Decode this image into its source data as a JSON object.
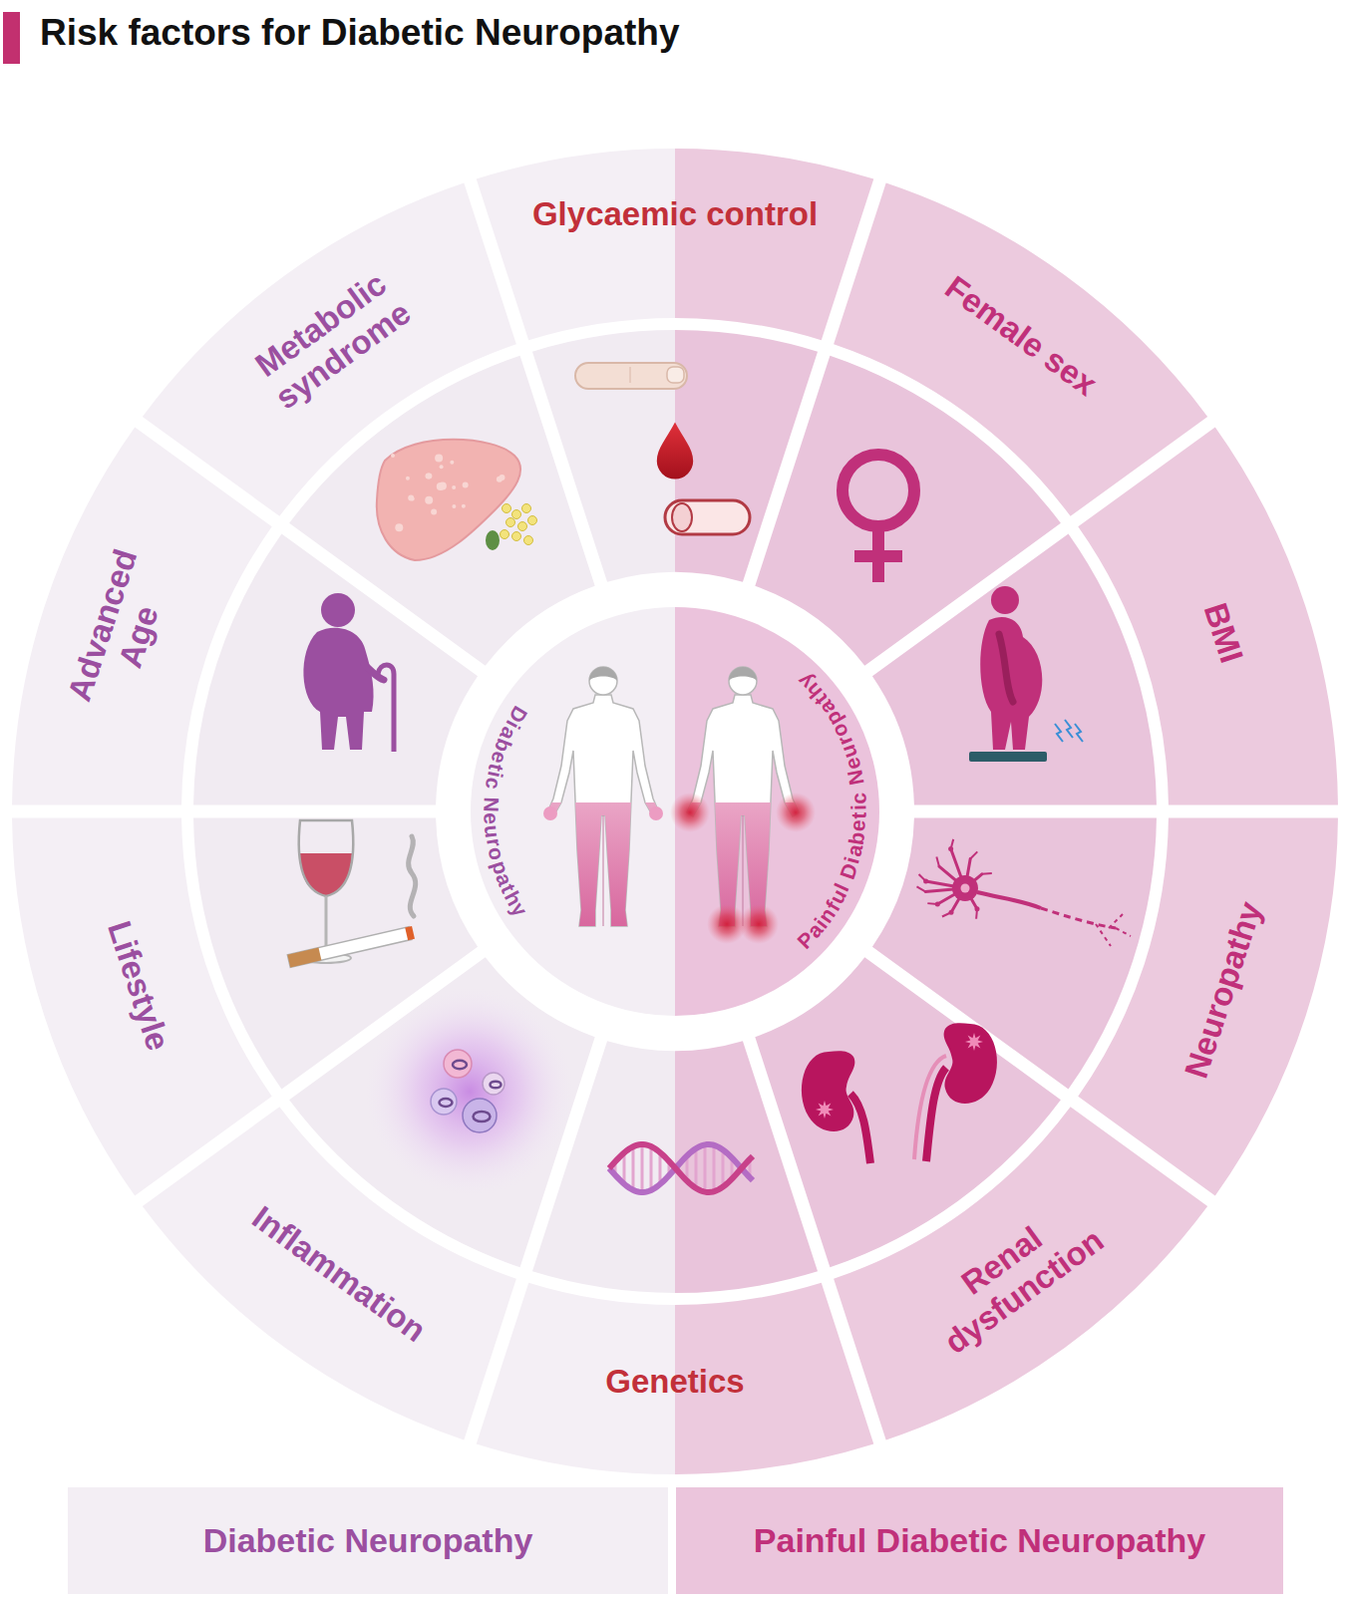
{
  "diagram": {
    "title": "Risk factors for Diabetic Neuropathy",
    "nodes": [
      {
        "text": [
          "Glycaemic control"
        ]
      },
      {
        "text": [
          "Female sex"
        ]
      },
      {
        "text": [
          "BMI"
        ]
      },
      {
        "text": [
          "Neuropathy"
        ]
      },
      {
        "text": [
          "Renal dysfunction"
        ]
      },
      {
        "text": [
          "Genetics"
        ]
      },
      {
        "text": [
          "Inflammation"
        ]
      },
      {
        "text": [
          "Lifestyle"
        ]
      },
      {
        "text": [
          "Advanced Age"
        ]
      },
      {
        "text": [
          "Metabolic syndrome"
        ]
      },
      {
        "text": [
          "Diabetic Neuropathy",
          "Painful Diabetic Neuropathy"
        ]
      }
    ],
    "legend": [
      {
        "text": "Diabetic Neuropathy",
        "color": "#f3eef4"
      },
      {
        "text": "Painful Diabetic Neuropathy",
        "color": "#ebc5dc"
      }
    ]
  }
}
